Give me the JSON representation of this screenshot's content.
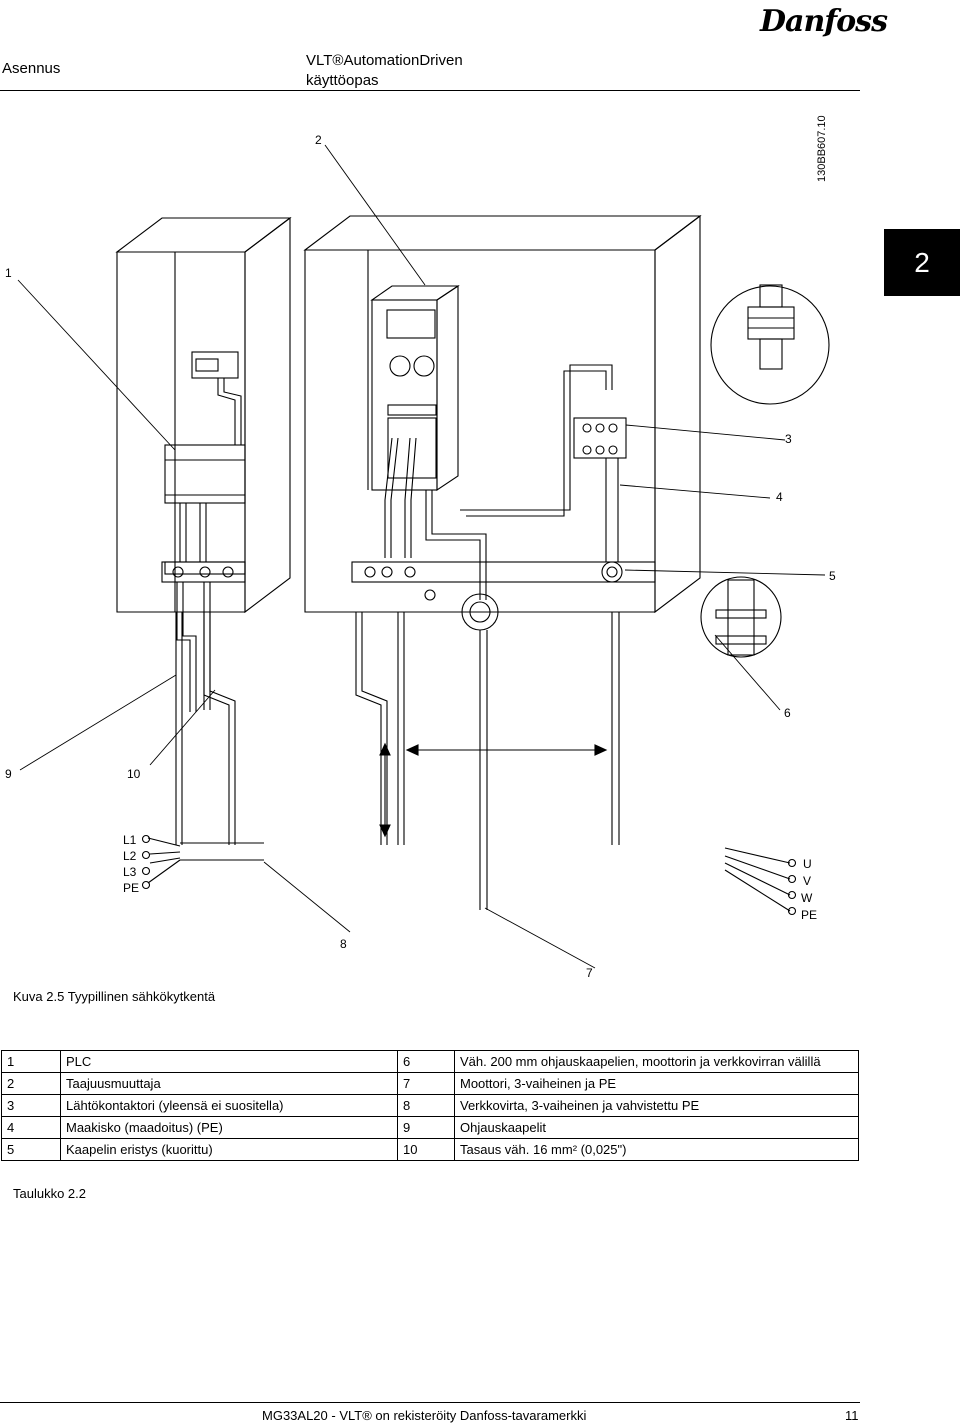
{
  "header": {
    "section": "Asennus",
    "title_line1": "VLT®AutomationDriven",
    "title_line2": "käyttöopas",
    "logo_text": "Danfoss"
  },
  "chapter_tab": "2",
  "figure_id": "130BB607.10",
  "callouts": {
    "c1": "1",
    "c2": "2",
    "c3": "3",
    "c4": "4",
    "c5": "5",
    "c6": "6",
    "c7": "7",
    "c8": "8",
    "c9": "9",
    "c10": "10"
  },
  "mains_terminals": [
    "L1",
    "L2",
    "L3",
    "PE"
  ],
  "motor_terminals": [
    "U",
    "V",
    "W",
    "PE"
  ],
  "figure_caption": "Kuva 2.5 Tyypillinen sähkökytkentä",
  "legend_rows": [
    {
      "n1": "1",
      "t1": "PLC",
      "n2": "6",
      "t2": "Väh. 200 mm ohjauskaapelien, moottorin ja verkkovirran välillä"
    },
    {
      "n1": "2",
      "t1": "Taajuusmuuttaja",
      "n2": "7",
      "t2": "Moottori, 3-vaiheinen ja PE"
    },
    {
      "n1": "3",
      "t1": "Lähtökontaktori (yleensä ei suositella)",
      "n2": "8",
      "t2": "Verkkovirta, 3-vaiheinen ja vahvistettu PE"
    },
    {
      "n1": "4",
      "t1": "Maakisko (maadoitus) (PE)",
      "n2": "9",
      "t2": "Ohjauskaapelit"
    },
    {
      "n1": "5",
      "t1": "Kaapelin eristys (kuorittu)",
      "n2": "10",
      "t2": "Tasaus väh. 16 mm² (0,025\")"
    }
  ],
  "table_caption": "Taulukko 2.2",
  "footer": {
    "text": "MG33AL20 - VLT® on rekisteröity Danfoss-tavaramerkki",
    "page": "11"
  }
}
